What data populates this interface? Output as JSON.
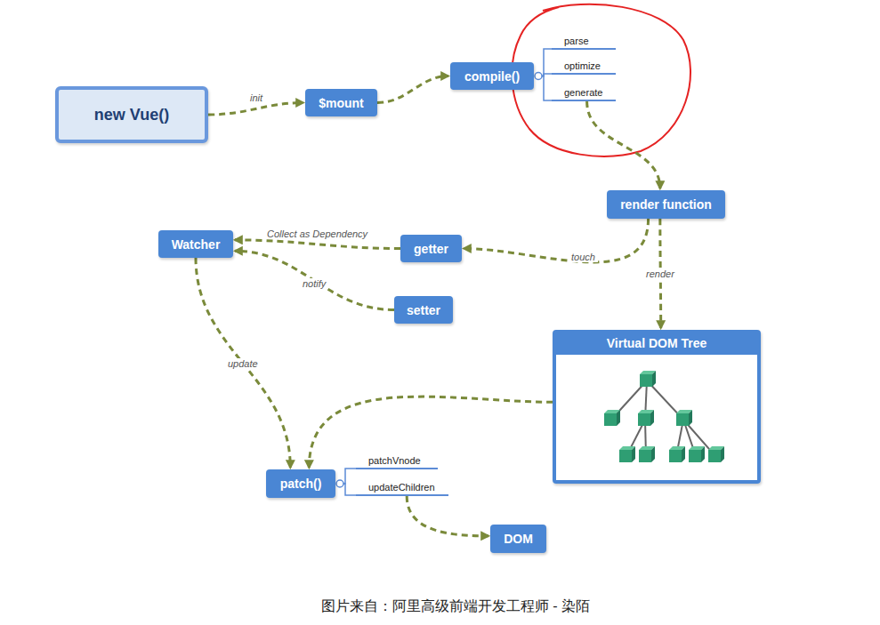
{
  "diagram": {
    "caption": "图片来自：阿里高级前端开发工程师 - 染陌",
    "nodes": [
      {
        "text": [
          "new Vue()"
        ]
      },
      {
        "text": [
          "$mount"
        ]
      },
      {
        "text": [
          "compile()"
        ]
      },
      {
        "text": [
          "parse"
        ]
      },
      {
        "text": [
          "optimize"
        ]
      },
      {
        "text": [
          "generate"
        ]
      },
      {
        "text": [
          "render function"
        ]
      },
      {
        "text": [
          "Watcher"
        ]
      },
      {
        "text": [
          "getter"
        ]
      },
      {
        "text": [
          "setter"
        ]
      },
      {
        "text": [
          "Virtual DOM Tree"
        ]
      },
      {
        "text": [
          "patch()"
        ]
      },
      {
        "text": [
          "patchVnode"
        ]
      },
      {
        "text": [
          "updateChildren"
        ]
      },
      {
        "text": [
          "DOM"
        ]
      }
    ],
    "edges": [
      {
        "from": 0,
        "to": 1,
        "label": "init",
        "arrow": "to"
      },
      {
        "from": 1,
        "to": 2,
        "arrow": "to"
      },
      {
        "from": 2,
        "to": 3,
        "arrow": "none"
      },
      {
        "from": 2,
        "to": 4,
        "arrow": "none"
      },
      {
        "from": 2,
        "to": 5,
        "arrow": "none"
      },
      {
        "from": 5,
        "to": 6,
        "arrow": "to"
      },
      {
        "from": 6,
        "to": 8,
        "label": "touch",
        "arrow": "to"
      },
      {
        "from": 8,
        "to": 7,
        "label": "Collect as Dependency",
        "arrow": "to"
      },
      {
        "from": 9,
        "to": 7,
        "label": "notify",
        "arrow": "to"
      },
      {
        "from": 6,
        "to": 10,
        "label": "render",
        "arrow": "to"
      },
      {
        "from": 7,
        "to": 11,
        "label": "update",
        "arrow": "to"
      },
      {
        "from": 10,
        "to": 11,
        "arrow": "to"
      },
      {
        "from": 11,
        "to": 12,
        "arrow": "none"
      },
      {
        "from": 11,
        "to": 13,
        "arrow": "none"
      },
      {
        "from": 13,
        "to": 14,
        "arrow": "to"
      }
    ]
  }
}
